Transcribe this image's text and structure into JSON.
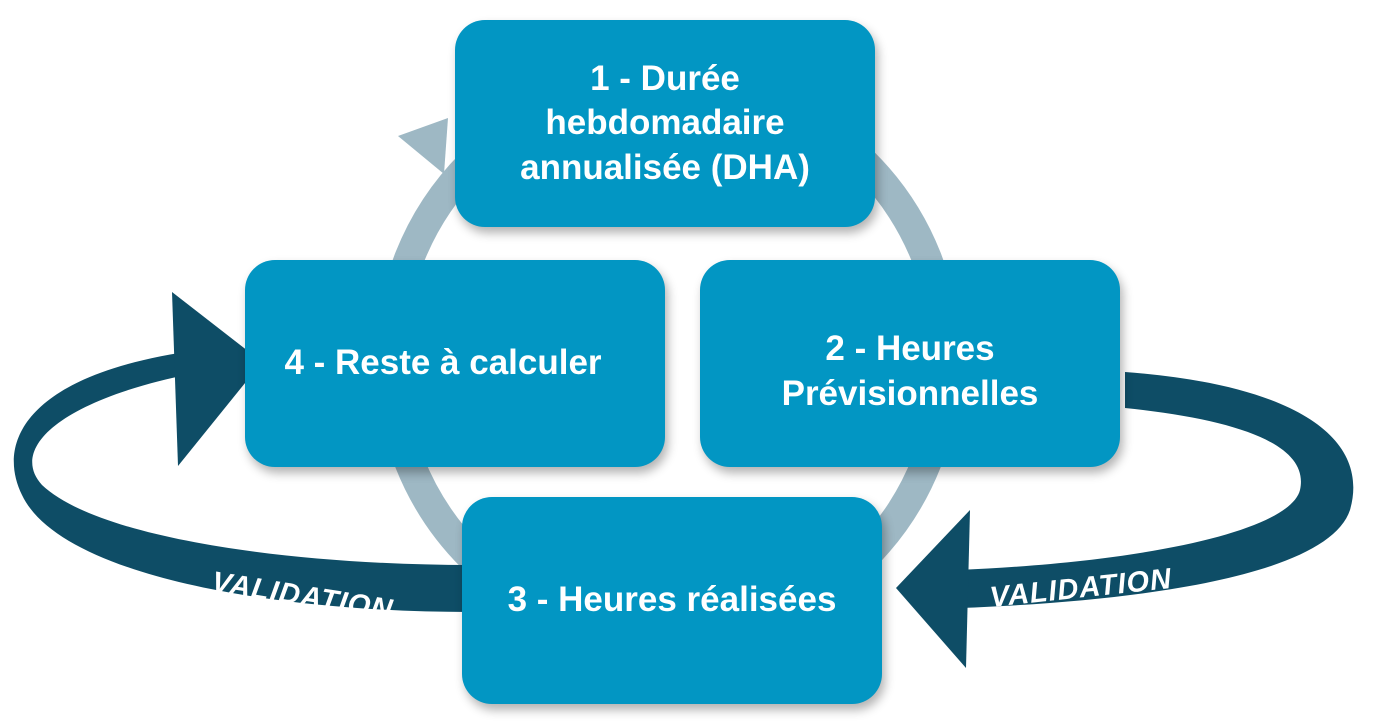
{
  "colors": {
    "box_fill": "#0296C3",
    "ring_fill": "#9EB8C4",
    "arrow_dark": "#0E4D66"
  },
  "steps": [
    {
      "label": "1 - Durée hebdomadaire annualisée (DHA)"
    },
    {
      "label": "2 - Heures Prévisionnelles"
    },
    {
      "label": "3 - Heures réalisées"
    },
    {
      "label": "4 - Reste à calculer"
    }
  ],
  "validation": {
    "left_label": "VALIDATION",
    "right_label": "VALIDATION"
  }
}
